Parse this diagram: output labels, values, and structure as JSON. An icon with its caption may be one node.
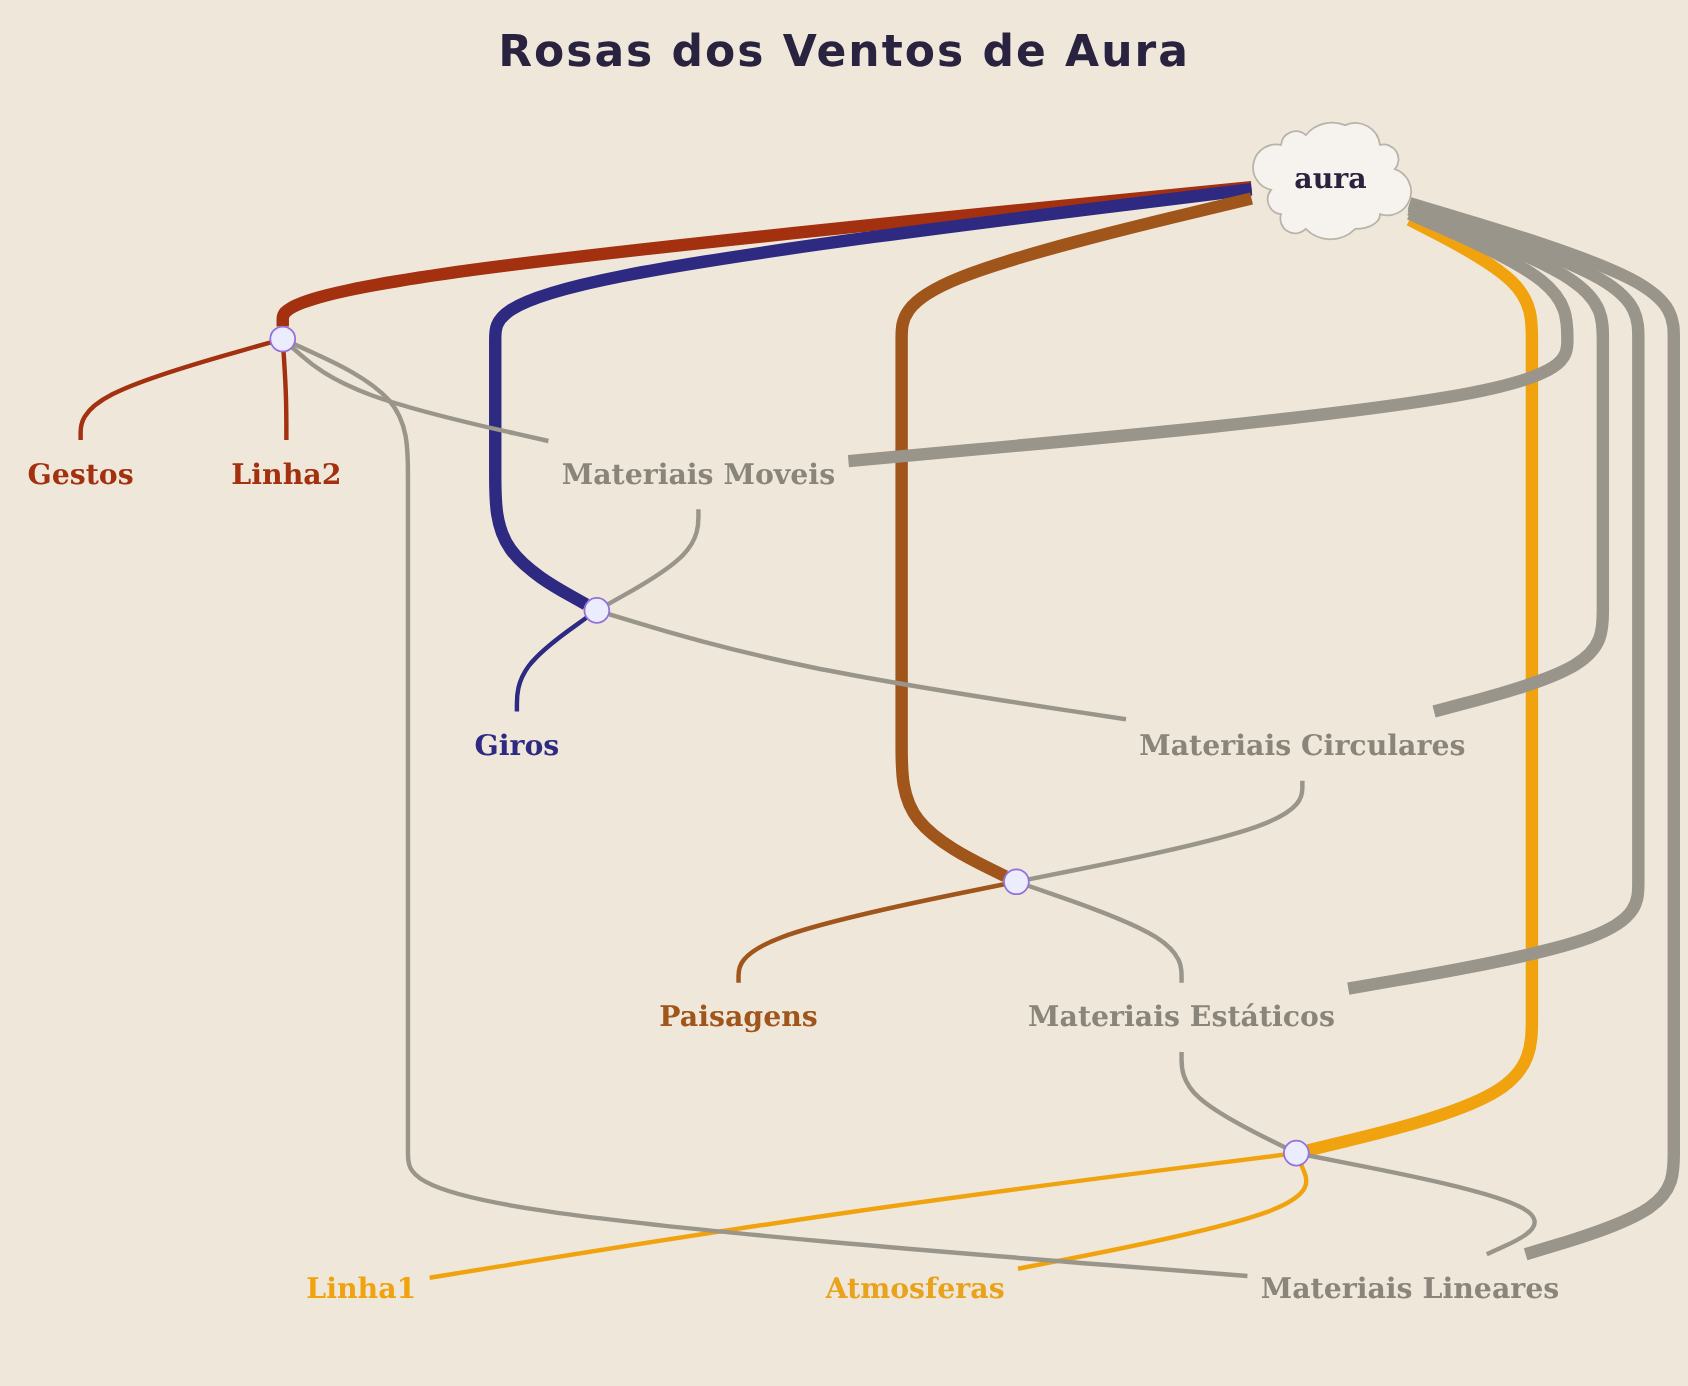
{
  "diagram": {
    "title": "Rosas dos Ventos de Aura",
    "nodes": [
      {
        "text": [
          "Gestos"
        ]
      },
      {
        "text": [
          "Linha2"
        ]
      },
      {
        "text": [],
        "shape": "point"
      },
      {
        "text": [
          "Materiais Moveis"
        ]
      },
      {
        "text": [],
        "shape": "point"
      },
      {
        "text": [
          "Giros"
        ]
      },
      {
        "text": [
          "Materiais Lineares"
        ]
      },
      {
        "text": [
          "aura"
        ]
      },
      {
        "text": [
          "Materiais Circulares"
        ]
      },
      {
        "text": [
          "Materiais Estáticos"
        ]
      },
      {
        "text": [
          "Linha1"
        ]
      },
      {
        "text": [],
        "shape": "point"
      },
      {
        "text": [],
        "shape": "point"
      },
      {
        "text": [
          "Paisagens"
        ]
      },
      {
        "text": [
          "Atmosferas"
        ]
      }
    ],
    "edges": [
      {
        "from": 7,
        "to": 2,
        "arrow": "none",
        "style": "thick",
        "color": "#a3300f"
      },
      {
        "from": 2,
        "to": 0,
        "arrow": "none",
        "color": "#a3300f"
      },
      {
        "from": 2,
        "to": 1,
        "arrow": "none",
        "color": "#a3300f"
      },
      {
        "from": 7,
        "to": 4,
        "arrow": "none",
        "style": "thick",
        "color": "#2e2a82"
      },
      {
        "from": 4,
        "to": 5,
        "arrow": "none",
        "color": "#2e2a82"
      },
      {
        "from": 7,
        "to": 12,
        "arrow": "none",
        "style": "thick",
        "color": "#a0551b"
      },
      {
        "from": 12,
        "to": 13,
        "arrow": "none",
        "color": "#a0551b"
      },
      {
        "from": 7,
        "to": 11,
        "arrow": "none",
        "style": "thick",
        "color": "#f0a30f"
      },
      {
        "from": 11,
        "to": 10,
        "arrow": "none",
        "color": "#f0a30f"
      },
      {
        "from": 11,
        "to": 14,
        "arrow": "none",
        "color": "#f0a30f"
      },
      {
        "from": 7,
        "to": 3,
        "arrow": "none",
        "style": "thick"
      },
      {
        "from": 7,
        "to": 8,
        "arrow": "none",
        "style": "thick"
      },
      {
        "from": 7,
        "to": 9,
        "arrow": "none",
        "style": "thick"
      },
      {
        "from": 7,
        "to": 6,
        "arrow": "none",
        "style": "thick"
      },
      {
        "from": 2,
        "to": 3,
        "arrow": "none"
      },
      {
        "from": 3,
        "to": 4,
        "arrow": "none"
      },
      {
        "from": 4,
        "to": 8,
        "arrow": "none"
      },
      {
        "from": 8,
        "to": 12,
        "arrow": "none"
      },
      {
        "from": 12,
        "to": 9,
        "arrow": "none"
      },
      {
        "from": 9,
        "to": 11,
        "arrow": "none"
      },
      {
        "from": 11,
        "to": 6,
        "arrow": "none"
      },
      {
        "from": 6,
        "to": 2,
        "arrow": "none"
      }
    ]
  }
}
